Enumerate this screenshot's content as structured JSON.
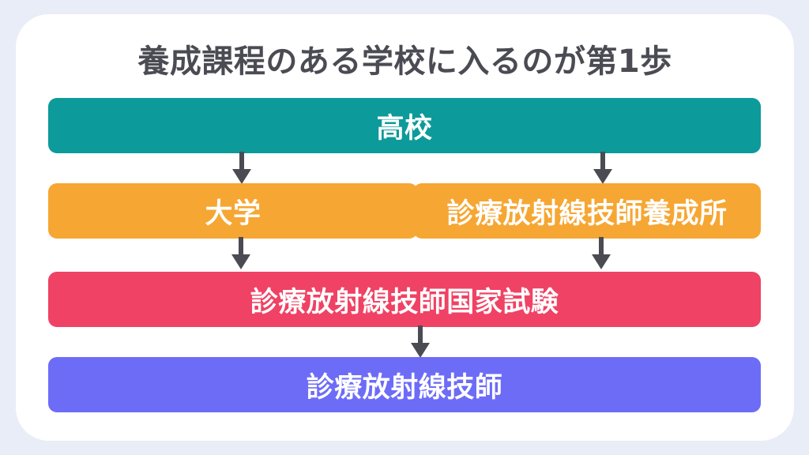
{
  "page": {
    "title": "養成課程のある学校に入るのが第1歩",
    "background_color": "#e9edf7",
    "card_color": "#ffffff",
    "title_color": "#4b4b53"
  },
  "flowchart": {
    "type": "flowchart",
    "orientation": "top-to-bottom",
    "nodes": [
      {
        "id": "highschool",
        "label": "高校",
        "row": 1,
        "color": "#0d9a9a",
        "text_color": "#ffffff",
        "width": "full"
      },
      {
        "id": "university",
        "label": "大学",
        "row": 2,
        "color": "#f6a632",
        "text_color": "#ffffff",
        "width": "half-left"
      },
      {
        "id": "training",
        "label": "診療放射線技師養成所",
        "row": 2,
        "color": "#f6a632",
        "text_color": "#ffffff",
        "width": "half-right"
      },
      {
        "id": "exam",
        "label": "診療放射線技師国家試験",
        "row": 3,
        "color": "#ef4264",
        "text_color": "#ffffff",
        "width": "full"
      },
      {
        "id": "technologist",
        "label": "診療放射線技師",
        "row": 4,
        "color": "#6d6cf7",
        "text_color": "#ffffff",
        "width": "full"
      }
    ],
    "edges": [
      {
        "id": "hs-to-univ",
        "from": "highschool",
        "to": "university",
        "color": "#4b4b53"
      },
      {
        "id": "hs-to-train",
        "from": "highschool",
        "to": "training",
        "color": "#4b4b53"
      },
      {
        "id": "univ-to-exam",
        "from": "university",
        "to": "exam",
        "color": "#4b4b53"
      },
      {
        "id": "train-to-exam",
        "from": "training",
        "to": "exam",
        "color": "#4b4b53"
      },
      {
        "id": "exam-to-tech",
        "from": "exam",
        "to": "technologist",
        "color": "#4b4b53"
      }
    ]
  }
}
